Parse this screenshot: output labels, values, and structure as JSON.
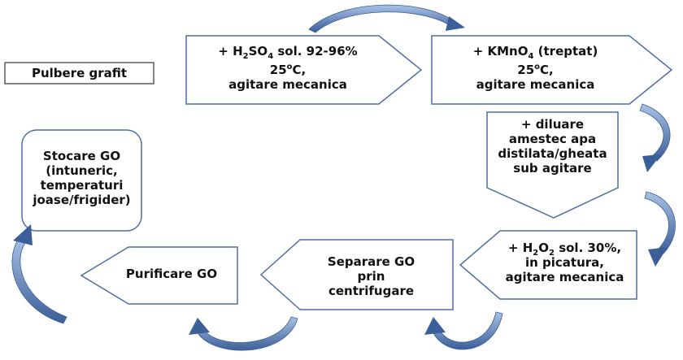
{
  "colors": {
    "outline": "#4f6fa0",
    "arrow_dark": "#3b5f99",
    "arrow_light": "#a9c1e4",
    "text": "#111111"
  },
  "nodes": {
    "start": {
      "text": "Pulbere grafit"
    },
    "step1": {
      "reagent_prefix": "+ H",
      "reagent_sub1": "2",
      "reagent_mid": "SO",
      "reagent_sub2": "4",
      "reagent_suffix": " sol. 92-96%",
      "temp_value": "25",
      "temp_sup": "o",
      "temp_unit": "C,",
      "action": "agitare mecanica"
    },
    "step2": {
      "reagent_prefix": "+ KMnO",
      "reagent_sub": "4",
      "reagent_suffix": " (treptat)",
      "temp_value": "25",
      "temp_sup": "o",
      "temp_unit": "C,",
      "action": "agitare mecanica"
    },
    "step3": {
      "line1": "+ diluare",
      "line2": "amestec apa",
      "line3": "distilata/gheata",
      "line4": "sub agitare"
    },
    "step4": {
      "reagent_prefix": "+ H",
      "reagent_sub1": "2",
      "reagent_mid": "O",
      "reagent_sub2": "2",
      "reagent_suffix": " sol. 30%,",
      "line2": "in picatura,",
      "line3": "agitare mecanica"
    },
    "step5": {
      "line1": "Separare GO",
      "line2": "prin",
      "line3": "centrifugare"
    },
    "step6": {
      "text": "Purificare GO"
    },
    "step7": {
      "line1": "Stocare GO",
      "line2": "(intuneric,",
      "line3": "temperaturi",
      "line4": "joase/frigider)"
    }
  }
}
